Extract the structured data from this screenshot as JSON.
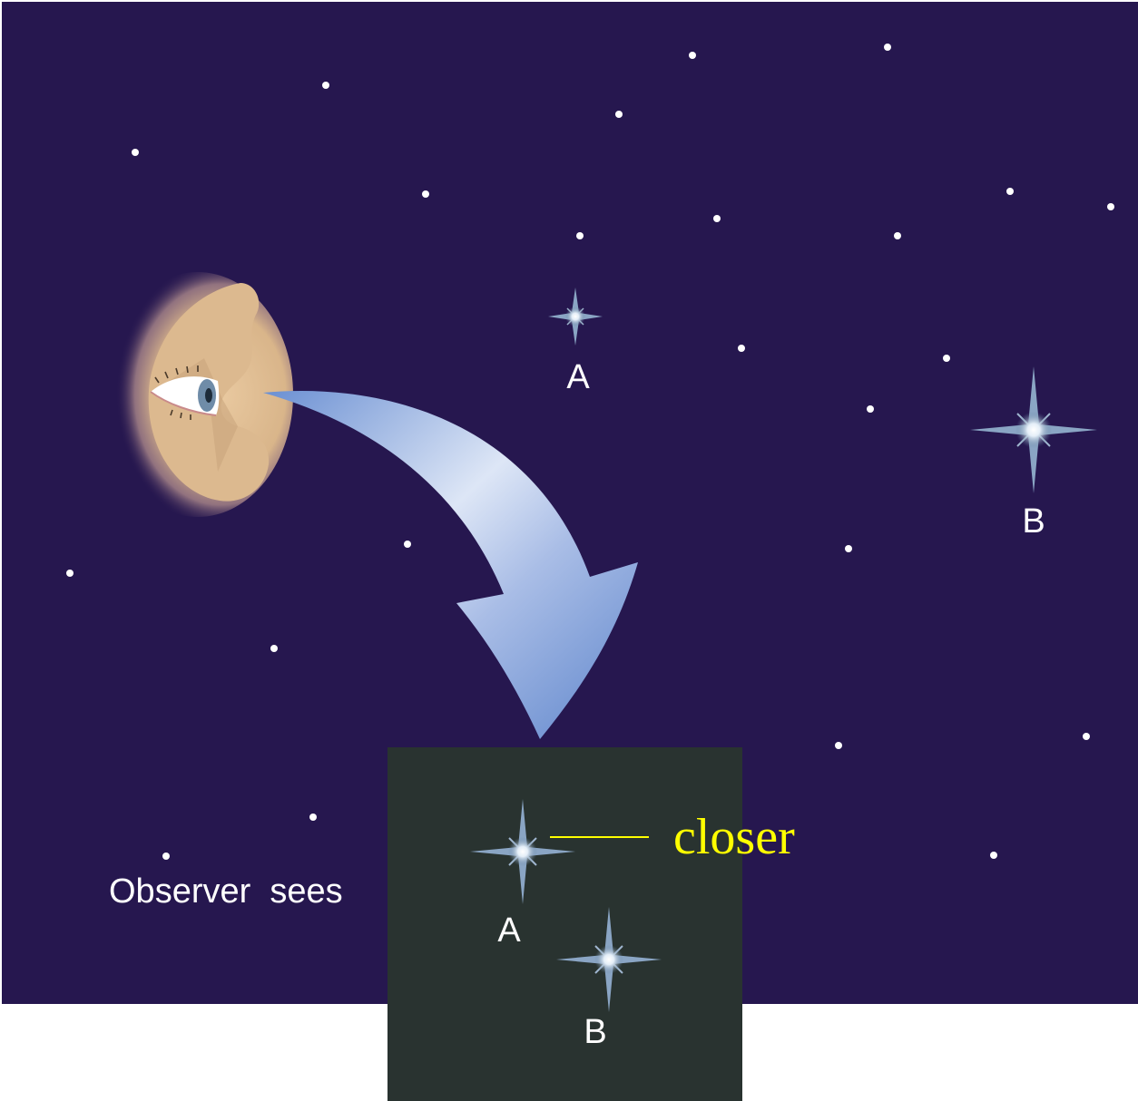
{
  "scene": {
    "colors": {
      "sky": "#26174f",
      "inset_panel": "#293330",
      "highlight": "#ffff00",
      "star_glow": "#dfe9f6",
      "label": "#ffffff"
    },
    "star_a_label": "A",
    "star_b_label": "B"
  },
  "inset": {
    "caption": "Observer  sees",
    "star_a_label": "A",
    "star_b_label": "B",
    "annotation": "closer"
  },
  "icons": {
    "observer": "observer-eye-icon",
    "arrow": "curved-arrow-icon",
    "star": "four-point-star-icon"
  }
}
